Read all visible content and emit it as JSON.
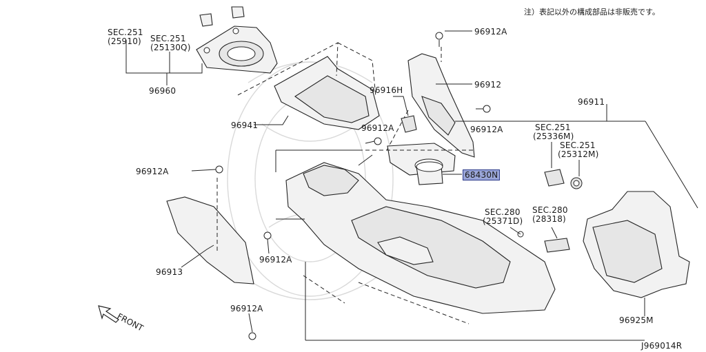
{
  "note": "注）表記以外の構成部品は非販売です。",
  "diagram_id": "J969014R",
  "front_label": "FRONT",
  "labels": {
    "sec251_25910": [
      "SEC.251",
      "(25910)"
    ],
    "sec251_25130q": [
      "SEC.251",
      "(25130Q)"
    ],
    "p96960": "96960",
    "p96941": "96941",
    "p96912a_top": "96912A",
    "p96912": "96912",
    "p96916h": "96916H",
    "p96912a_mid_left": "96912A",
    "p96912a_mid_right": "96912A",
    "p96911": "96911",
    "sec251_25336m": [
      "SEC.251",
      "(25336M)"
    ],
    "sec251_25312m": [
      "SEC.251",
      "(25312M)"
    ],
    "p68430n": "68430N",
    "p96912a_left": "96912A",
    "sec280_25371d": [
      "SEC.280",
      "(25371D)"
    ],
    "sec280_28318": [
      "SEC.280",
      "(28318)"
    ],
    "p96913": "96913",
    "p96912a_low": "96912A",
    "p96912a_bottom": "96912A",
    "p96925m": "96925M"
  }
}
